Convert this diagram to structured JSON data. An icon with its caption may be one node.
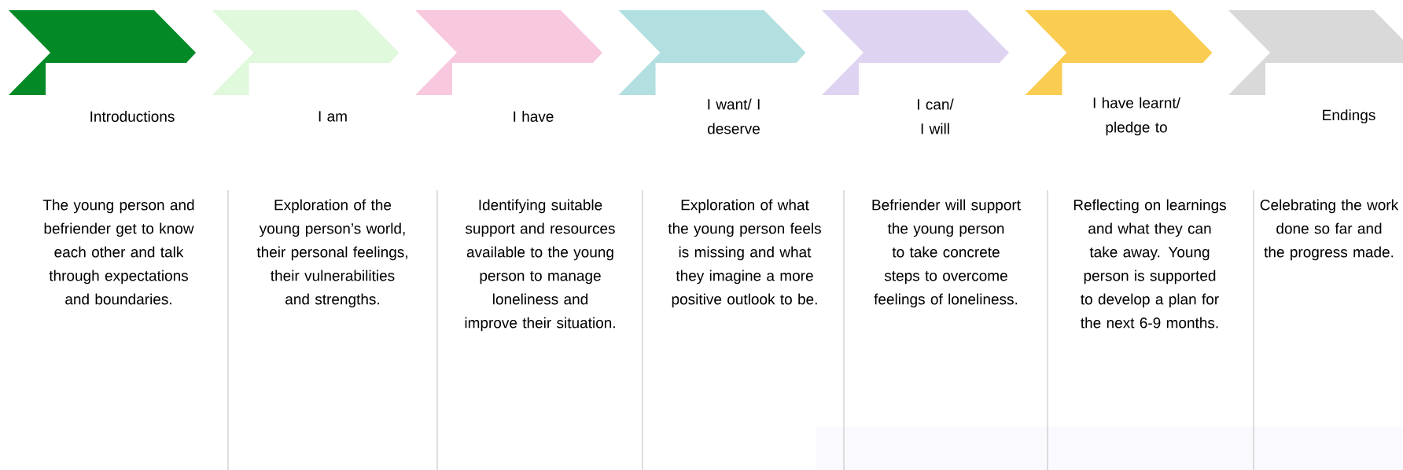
{
  "diagram": {
    "nodes": [
      {
        "text": [
          "Introductions"
        ]
      },
      {
        "text": [
          "I am"
        ]
      },
      {
        "text": [
          "I have"
        ]
      },
      {
        "text": [
          "I want/ I deserve"
        ]
      },
      {
        "text": [
          "I can/ I will"
        ]
      },
      {
        "text": [
          "I have learnt/ pledge to"
        ]
      },
      {
        "text": [
          "Endings"
        ]
      }
    ],
    "labels": [
      "The young person and befriender get to know each other and talk through expectations and boundaries.",
      "Exploration of the young person’s world, their personal feelings, their vulnerabilities and strengths.",
      "Identifying suitable support and resources available to the young person to manage loneliness and improve their situation.",
      "Exploration of what the young person feels is missing and what they imagine a more positive outlook to be.",
      "Befriender will support the young person to take concrete steps to overcome feelings of loneliness.",
      "Reflecting on learnings and what they can take away. Young person is supported to develop a plan for the next 6-9 months.",
      "Celebrating the work done so far and the progress made."
    ]
  }
}
